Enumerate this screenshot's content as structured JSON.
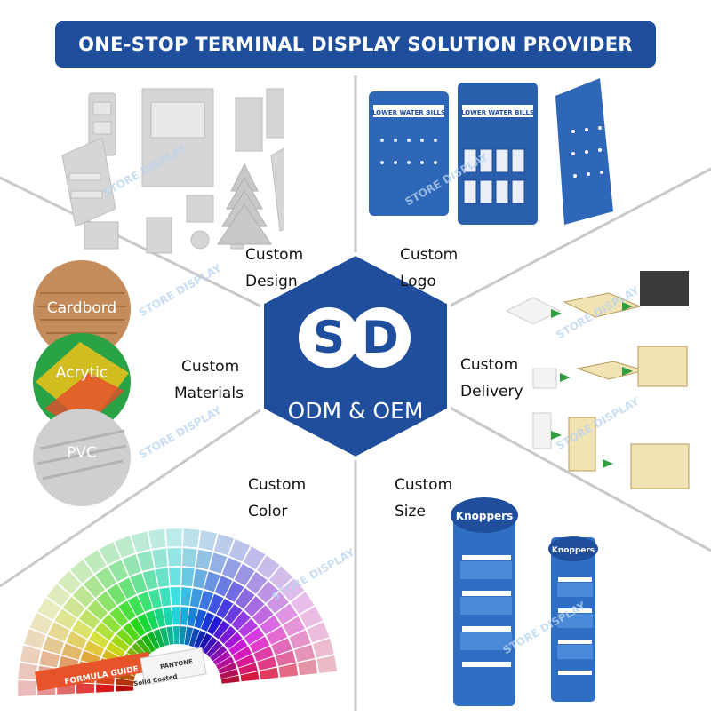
{
  "banner": {
    "title": "ONE-STOP TERMINAL DISPLAY SOLUTION PROVIDER"
  },
  "center": {
    "logo_s": "S",
    "logo_d": "D",
    "caption": "ODM & OEM"
  },
  "labels": {
    "design": [
      "Custom",
      "Design"
    ],
    "logo": [
      "Custom",
      "Logo"
    ],
    "materials": [
      "Custom",
      "Materials"
    ],
    "delivery": [
      "Custom",
      "Delivery"
    ],
    "color": [
      "Custom",
      "Color"
    ],
    "size": [
      "Custom",
      "Size"
    ]
  },
  "materials": [
    "Cardbord",
    "Acrytic",
    "PVC"
  ],
  "watermark": "STORE DISPLAY",
  "logo_panel": {
    "header_text": "LOWER WATER BILLS"
  },
  "color_guide": {
    "brand": "PANTONE",
    "title": "FORMULA GUIDE",
    "subtitle": "Solid Coated"
  },
  "size_panel": {
    "brand": "Knoppers"
  },
  "colors": {
    "brand_blue": "#1e4e9c",
    "arrow_green": "#2e9e3e"
  }
}
